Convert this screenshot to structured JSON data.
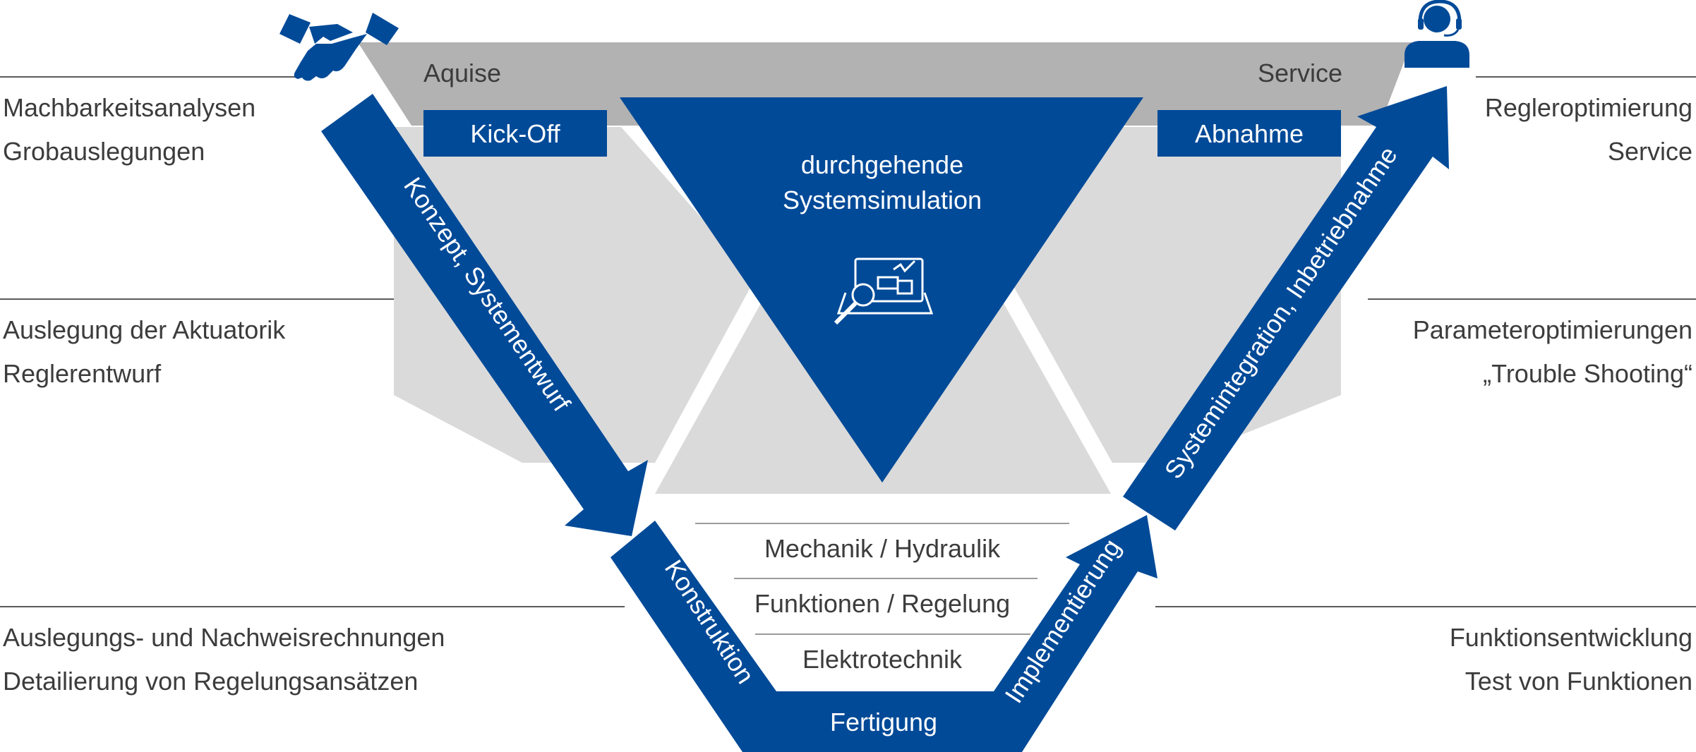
{
  "colors": {
    "primary_blue": "#004a98",
    "band_grey": "#b2b2b2",
    "panel_grey": "#dadada",
    "text": "#3c3c3c"
  },
  "top_band": {
    "left_label": "Aquise",
    "right_label": "Service"
  },
  "milestones": {
    "left": "Kick-Off",
    "right": "Abnahme"
  },
  "center": {
    "line1": "durchgehende",
    "line2": "Systemsimulation",
    "icon": "simulation-laptop-icon"
  },
  "icons": {
    "left": "handshake-icon",
    "right": "headset-user-icon"
  },
  "arrows": {
    "left_diagonal": "Konzept, Systementwurf",
    "right_diagonal": "Systemintegration, Inbetriebnahme",
    "bottom_left": "Konstruktion",
    "bottom_right": "Implementierung",
    "bottom": "Fertigung"
  },
  "disciplines": [
    "Mechanik / Hydraulik",
    "Funktionen / Regelung",
    "Elektrotechnik"
  ],
  "left_column": [
    {
      "line1": "Machbarkeitsanalysen",
      "line2": "Grobauslegungen"
    },
    {
      "line1": "Auslegung der Aktuatorik",
      "line2": "Reglerentwurf"
    },
    {
      "line1": "Auslegungs- und Nachweisrechnungen",
      "line2": "Detailierung von Regelungsansätzen"
    }
  ],
  "right_column": [
    {
      "line1": "Regleroptimierung",
      "line2": "Service"
    },
    {
      "line1": "Parameteroptimierungen",
      "line2": "„Trouble Shooting“"
    },
    {
      "line1": "Funktionsentwicklung",
      "line2": "Test von Funktionen"
    }
  ]
}
